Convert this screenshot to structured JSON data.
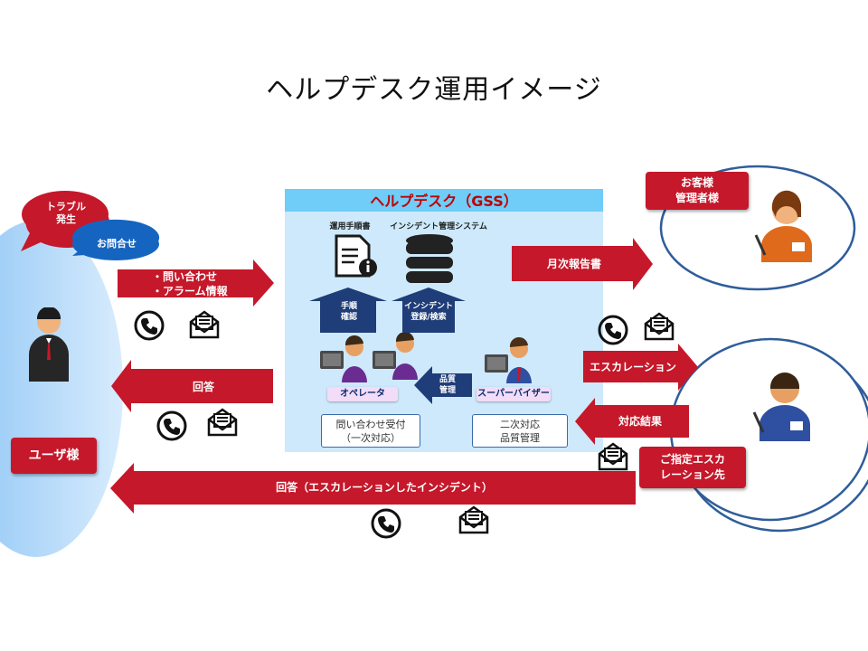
{
  "title": "ヘルプデスク運用イメージ",
  "helpdesk": {
    "label": "ヘルプデスク（GSS）",
    "procedures_label": "運用手順書",
    "incident_system_label": "インシデント管理システム",
    "arrow_procedures": [
      "手順",
      "確認"
    ],
    "arrow_incident": [
      "インシデント",
      "登録/検索"
    ],
    "operator_tag": "オペレータ",
    "supervisor_tag": "スーパーバイザー",
    "quality_arrow": [
      "品質",
      "管理"
    ],
    "operator_box": [
      "問い合わせ受付",
      "（一次対応）"
    ],
    "supervisor_box": [
      "二次対応",
      "品質管理"
    ]
  },
  "user": {
    "trouble_bubble": [
      "トラブル",
      "発生"
    ],
    "inquiry_bubble": "お問合せ",
    "label": "ユーザ様"
  },
  "arrows": {
    "inquiry": [
      "・問い合わせ",
      "・アラーム情報"
    ],
    "answer": "回答",
    "monthly_report": "月次報告書",
    "escalation": "エスカレーション",
    "result": "対応結果",
    "escalated_answer": "回答（エスカレーションしたインシデント）"
  },
  "customer_manager": [
    "お客様",
    "管理者様"
  ],
  "escalation_target": [
    "ご指定エスカ",
    "レーション先"
  ],
  "colors": {
    "red": "#c5182a",
    "helpdesk_bg": "#cde9fb",
    "helpdesk_header": "#6fcdf8",
    "navy": "#1f3d78",
    "circle_border": "#2f5d9a"
  },
  "icons": [
    "phone-icon",
    "mail-icon",
    "document-icon",
    "database-icon"
  ]
}
